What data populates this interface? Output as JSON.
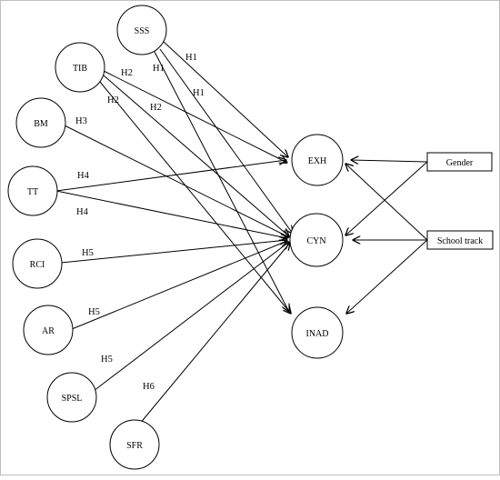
{
  "nodes": {
    "sss": "SSS",
    "tib": "TIB",
    "bm": "BM",
    "tt": "TT",
    "rci": "RCI",
    "ar": "AR",
    "spsl": "SPSL",
    "sfr": "SFR",
    "exh": "EXH",
    "cyn": "CYN",
    "inad": "INAD"
  },
  "boxes": {
    "gender": "Gender",
    "school_track": "School track"
  },
  "hypotheses": {
    "sss_a": "H1",
    "sss_b": "H1",
    "sss_c": "H1",
    "tib_a": "H2",
    "tib_b": "H2",
    "tib_c": "H2",
    "bm": "H3",
    "tt_a": "H4",
    "tt_b": "H4",
    "rci": "H5",
    "ar": "H5",
    "spsl": "H5",
    "sfr": "H6"
  }
}
